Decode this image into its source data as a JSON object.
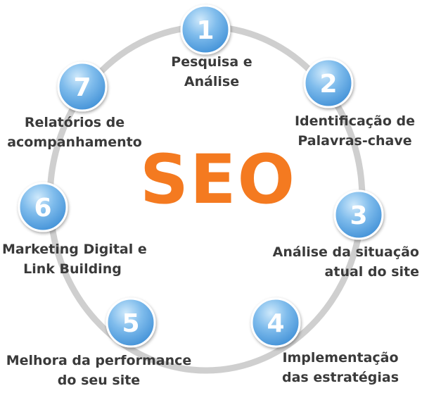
{
  "title": "SEO",
  "colors": {
    "title": "#f47a20",
    "ring": "#cfcfcf",
    "circle_light": "#9fd0f4",
    "circle_dark": "#3f8fd6",
    "label": "#3a3a3a"
  },
  "steps": [
    {
      "number": "1",
      "line1": "Pesquisa e",
      "line2": "Análise"
    },
    {
      "number": "2",
      "line1": "Identificação de",
      "line2": "Palavras-chave"
    },
    {
      "number": "3",
      "line1": "Análise da situação",
      "line2": "atual do site"
    },
    {
      "number": "4",
      "line1": "Implementação",
      "line2": "das estratégias"
    },
    {
      "number": "5",
      "line1": "Melhora da performance",
      "line2": "do seu site"
    },
    {
      "number": "6",
      "line1": "Marketing Digital e",
      "line2": "Link Building"
    },
    {
      "number": "7",
      "line1": "Relatórios de",
      "line2": "acompanhamento"
    }
  ]
}
